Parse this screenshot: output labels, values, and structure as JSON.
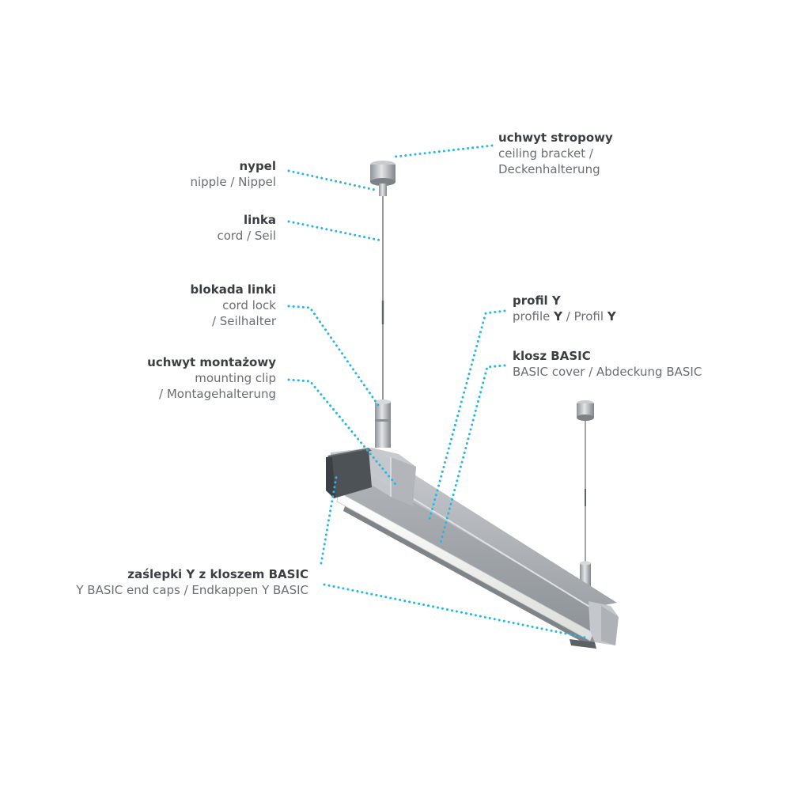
{
  "labels": {
    "ceiling_bracket": {
      "title": "uchwyt stropowy",
      "line1": "ceiling bracket /",
      "line2": "Deckenhalterung"
    },
    "nipple": {
      "title": "nypel",
      "line1": "nipple / Nippel"
    },
    "cord": {
      "title": "linka",
      "line1": "cord / Seil"
    },
    "cord_lock": {
      "title": "blokada linki",
      "line1": "cord lock",
      "line2": "/ Seilhalter"
    },
    "profile": {
      "title": "profil Y",
      "line1_a": "profile ",
      "line1_b": "Y",
      "line1_c": " / Profil ",
      "line1_d": "Y"
    },
    "cover": {
      "title": "klosz BASIC",
      "line1": "BASIC cover / Abdeckung BASIC"
    },
    "mounting_clip": {
      "title": "uchwyt montażowy",
      "line1": "mounting clip",
      "line2": "/ Montagehalterung"
    },
    "end_caps": {
      "title": "zaślepki Y z kloszem BASIC",
      "line1": "Y BASIC end caps / Endkappen Y BASIC"
    }
  },
  "colors": {
    "leader": "#29b6e0",
    "title_text": "#3b3f44",
    "body_text": "#6a6e72",
    "profile_metal": "#a9aeb3",
    "end_cap": "#4d5257",
    "diffuser": "#f2f3f1"
  }
}
